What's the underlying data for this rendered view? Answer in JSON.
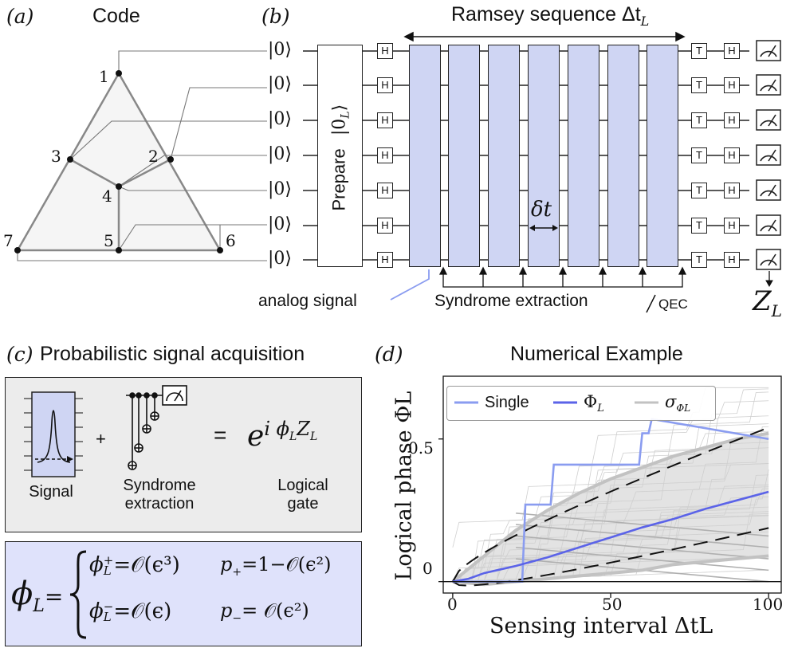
{
  "panel_a": {
    "label": "(a)",
    "title": "Code",
    "vertices": [
      "1",
      "2",
      "3",
      "4",
      "5",
      "6",
      "7"
    ]
  },
  "panel_b": {
    "label": "(b)",
    "title": "Ramsey sequence Δt",
    "title_sub": "L",
    "kets": [
      "|0⟩",
      "|0⟩",
      "|0⟩",
      "|0⟩",
      "|0⟩",
      "|0⟩",
      "|0⟩"
    ],
    "prepare_label": "Prepare",
    "prepare_ket": "|0",
    "prepare_ket_sub": "L",
    "prepare_ket_close": "⟩",
    "gate_h": "H",
    "gate_t": "T",
    "delta_t": "δt",
    "analog_signal": "analog signal",
    "syndrome_label": "Syndrome extraction",
    "qec_label": "QEC",
    "zl": "Z",
    "zl_sub": "L"
  },
  "panel_c": {
    "label": "(c)",
    "title": "Probabilistic signal acquisition",
    "signal_label": "Signal",
    "syndrome_label_1": "Syndrome",
    "syndrome_label_2": "extraction",
    "logical_label_1": "Logical",
    "logical_label_2": "gate",
    "plus": "+",
    "equals": "=",
    "exp_base": "e",
    "exp_power": "i ϕ",
    "exp_power_sub": "L",
    "exp_power_tail": "Z",
    "exp_power_tail_sub": "L",
    "phi_l": "ϕ",
    "phi_l_sub": "L",
    "phi_l_eq": "=",
    "case1_lhs": "ϕ",
    "case1_sup": "+",
    "case1_sub": "L",
    "case1_rhs": "=𝒪(ϵ³)",
    "case1_p": "p",
    "case1_p_sub": "+",
    "case1_p_rhs": "=1−𝒪(ϵ²)",
    "case2_lhs": "ϕ",
    "case2_sup": "−",
    "case2_sub": "L",
    "case2_rhs": "=𝒪(ϵ)",
    "case2_p": "p",
    "case2_p_sub": "−",
    "case2_p_rhs": "= 𝒪(ϵ²)"
  },
  "panel_d": {
    "label": "(d)",
    "title": "Numerical Example",
    "legend": [
      "Single",
      "Φ",
      "σ"
    ],
    "legend_sub": [
      "",
      "L",
      "ΦL"
    ],
    "colors": {
      "single": "#8a9cf0",
      "phi": "#5b63e8",
      "sigma": "#c2c2c2",
      "dashed": "#111111"
    }
  },
  "chart_data": {
    "type": "line",
    "title": "Numerical Example",
    "xlabel": "Sensing interval ΔtL",
    "ylabel": "Logical phase ΦL",
    "xlim": [
      -3,
      104
    ],
    "ylim": [
      -0.04,
      0.72
    ],
    "xticks": [
      "0",
      "50",
      "100"
    ],
    "yticks": [
      "0",
      "0.5"
    ],
    "grid": false,
    "legend_position": "top",
    "series": [
      {
        "name": "Single",
        "x": [
          0,
          22,
          23,
          31,
          32,
          59,
          60,
          62,
          63,
          100
        ],
        "y": [
          0,
          0,
          0.27,
          0.27,
          0.41,
          0.41,
          0.52,
          0.52,
          0.57,
          0.5
        ]
      },
      {
        "name": "ΦL",
        "x": [
          0,
          5,
          10,
          20,
          30,
          40,
          50,
          60,
          70,
          80,
          90,
          100
        ],
        "y": [
          0.0,
          0.01,
          0.03,
          0.055,
          0.085,
          0.12,
          0.155,
          0.19,
          0.22,
          0.255,
          0.285,
          0.315
        ]
      },
      {
        "name": "σΦL",
        "x": [
          0,
          10,
          20,
          30,
          40,
          50,
          60,
          70,
          80,
          90,
          100
        ],
        "y_upper": [
          0.0,
          0.09,
          0.18,
          0.25,
          0.31,
          0.36,
          0.4,
          0.44,
          0.47,
          0.5,
          0.52
        ],
        "y_lower": [
          0.0,
          -0.01,
          0.0,
          0.01,
          0.02,
          0.03,
          0.04,
          0.06,
          0.07,
          0.08,
          0.09
        ]
      }
    ]
  }
}
